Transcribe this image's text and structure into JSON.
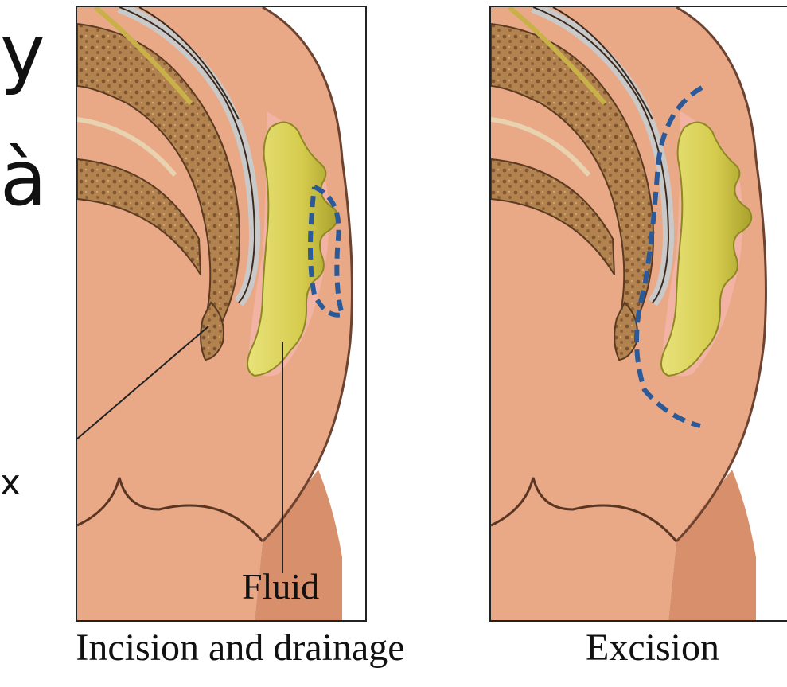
{
  "fragments": {
    "top_glyph": "y",
    "mid_glyph": "à",
    "low_glyph": "x"
  },
  "panels": [
    {
      "caption": "Incision and drainage",
      "label": "Fluid"
    },
    {
      "caption": "Excision"
    }
  ],
  "colors": {
    "skin": "#E9A987",
    "skin_shadow": "#C9805E",
    "bone": "#9C6B3E",
    "bone_light": "#C79A6B",
    "fluid": "#D9D25A",
    "fluid_dark": "#A8A230",
    "incision_line": "#2B5A9A",
    "outline": "#3A2A1E"
  }
}
